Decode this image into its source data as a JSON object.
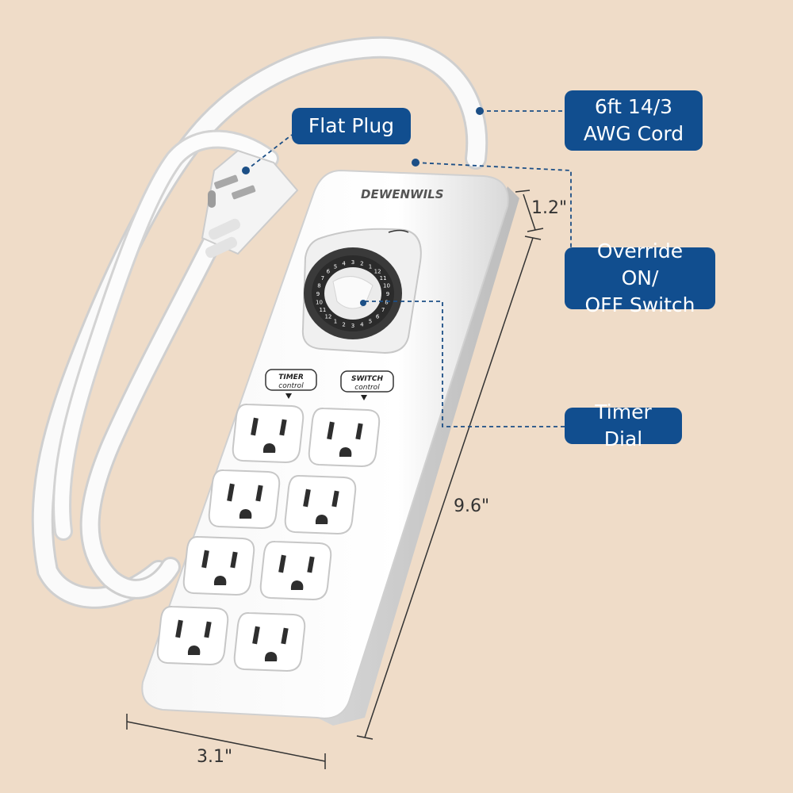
{
  "brand": "DEWENWILS",
  "dial": {
    "numbers": [
      "7",
      "6",
      "5",
      "4",
      "3",
      "2",
      "1",
      "12",
      "11",
      "10",
      "9",
      "8",
      "7",
      "6",
      "5",
      "4",
      "3",
      "2",
      "1",
      "12",
      "11",
      "10",
      "9",
      "8"
    ]
  },
  "outlet_groups": {
    "timer": {
      "line1": "TIMER",
      "line2": "control"
    },
    "switch": {
      "line1": "SWITCH",
      "line2": "control"
    }
  },
  "callouts": {
    "flat_plug": {
      "text": "Flat Plug"
    },
    "cord": {
      "line1": "6ft 14/3",
      "line2": "AWG Cord"
    },
    "override": {
      "line1": "Override ON/",
      "line2": "OFF Switch"
    },
    "timer_dial": {
      "text": "Timer Dial"
    }
  },
  "dimensions": {
    "height_small": "1.2\"",
    "length": "9.6\"",
    "width": "3.1\""
  },
  "colors": {
    "background": "#efdcc8",
    "callout_fill": "#114e8f",
    "callout_text": "#ffffff",
    "leader_line": "#1c4f86"
  }
}
